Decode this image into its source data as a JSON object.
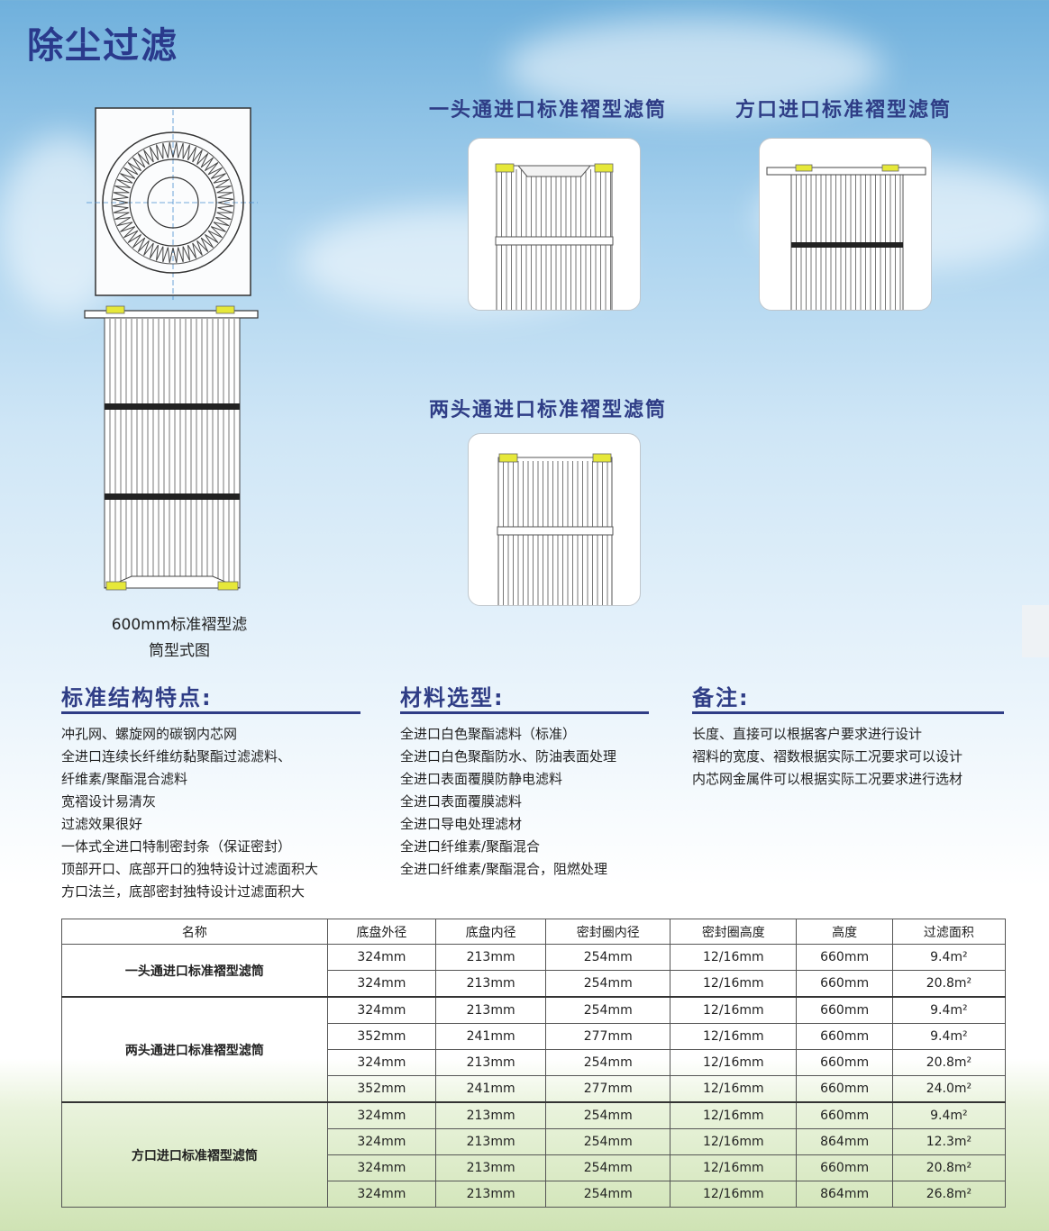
{
  "header": {
    "title": "除尘过滤"
  },
  "products": {
    "one_end": {
      "title": "一头通进口标准褶型滤筒"
    },
    "square": {
      "title": "方口进口标准褶型滤筒"
    },
    "two_end": {
      "title": "两头通进口标准褶型滤筒"
    }
  },
  "diagram": {
    "caption_line1": "600mm标准褶型滤",
    "caption_line2": "筒型式图"
  },
  "features": {
    "title": "标准结构特点:",
    "items": [
      "冲孔网、螺旋网的碳钢内芯网",
      "全进口连续长纤维纺黏聚酯过滤滤料、",
      "纤维素/聚酯混合滤料",
      "宽褶设计易清灰",
      "过滤效果很好",
      "一体式全进口特制密封条（保证密封）",
      "顶部开口、底部开口的独特设计过滤面积大",
      "方口法兰，底部密封独特设计过滤面积大"
    ]
  },
  "materials": {
    "title": "材料选型:",
    "items": [
      "全进口白色聚酯滤料（标准）",
      "全进口白色聚酯防水、防油表面处理",
      "全进口表面覆膜防静电滤料",
      "全进口表面覆膜滤料",
      "全进口导电处理滤材",
      "全进口纤维素/聚酯混合",
      "全进口纤维素/聚酯混合，阻燃处理"
    ]
  },
  "notes": {
    "title": "备注:",
    "items": [
      "长度、直接可以根据客户要求进行设计",
      "褶料的宽度、褶数根据实际工况要求可以设计",
      "内芯网金属件可以根据实际工况要求进行选材"
    ]
  },
  "table": {
    "headers": [
      "名称",
      "底盘外径",
      "底盘内径",
      "密封圈内径",
      "密封圈高度",
      "高度",
      "过滤面积"
    ],
    "groups": [
      {
        "name": "一头通进口标准褶型滤筒",
        "rows": [
          [
            "324mm",
            "213mm",
            "254mm",
            "12/16mm",
            "660mm",
            "9.4m²"
          ],
          [
            "324mm",
            "213mm",
            "254mm",
            "12/16mm",
            "660mm",
            "20.8m²"
          ]
        ]
      },
      {
        "name": "两头通进口标准褶型滤筒",
        "rows": [
          [
            "324mm",
            "213mm",
            "254mm",
            "12/16mm",
            "660mm",
            "9.4m²"
          ],
          [
            "352mm",
            "241mm",
            "277mm",
            "12/16mm",
            "660mm",
            "9.4m²"
          ],
          [
            "324mm",
            "213mm",
            "254mm",
            "12/16mm",
            "660mm",
            "20.8m²"
          ],
          [
            "352mm",
            "241mm",
            "277mm",
            "12/16mm",
            "660mm",
            "24.0m²"
          ]
        ]
      },
      {
        "name": "方口进口标准褶型滤筒",
        "rows": [
          [
            "324mm",
            "213mm",
            "254mm",
            "12/16mm",
            "660mm",
            "9.4m²"
          ],
          [
            "324mm",
            "213mm",
            "254mm",
            "12/16mm",
            "864mm",
            "12.3m²"
          ],
          [
            "324mm",
            "213mm",
            "254mm",
            "12/16mm",
            "660mm",
            "20.8m²"
          ],
          [
            "324mm",
            "213mm",
            "254mm",
            "12/16mm",
            "864mm",
            "26.8m²"
          ]
        ]
      }
    ]
  },
  "colors": {
    "title": "#2a3a8c",
    "seal": "#e6e83a",
    "band": "#222222",
    "pleat": "#666666"
  }
}
